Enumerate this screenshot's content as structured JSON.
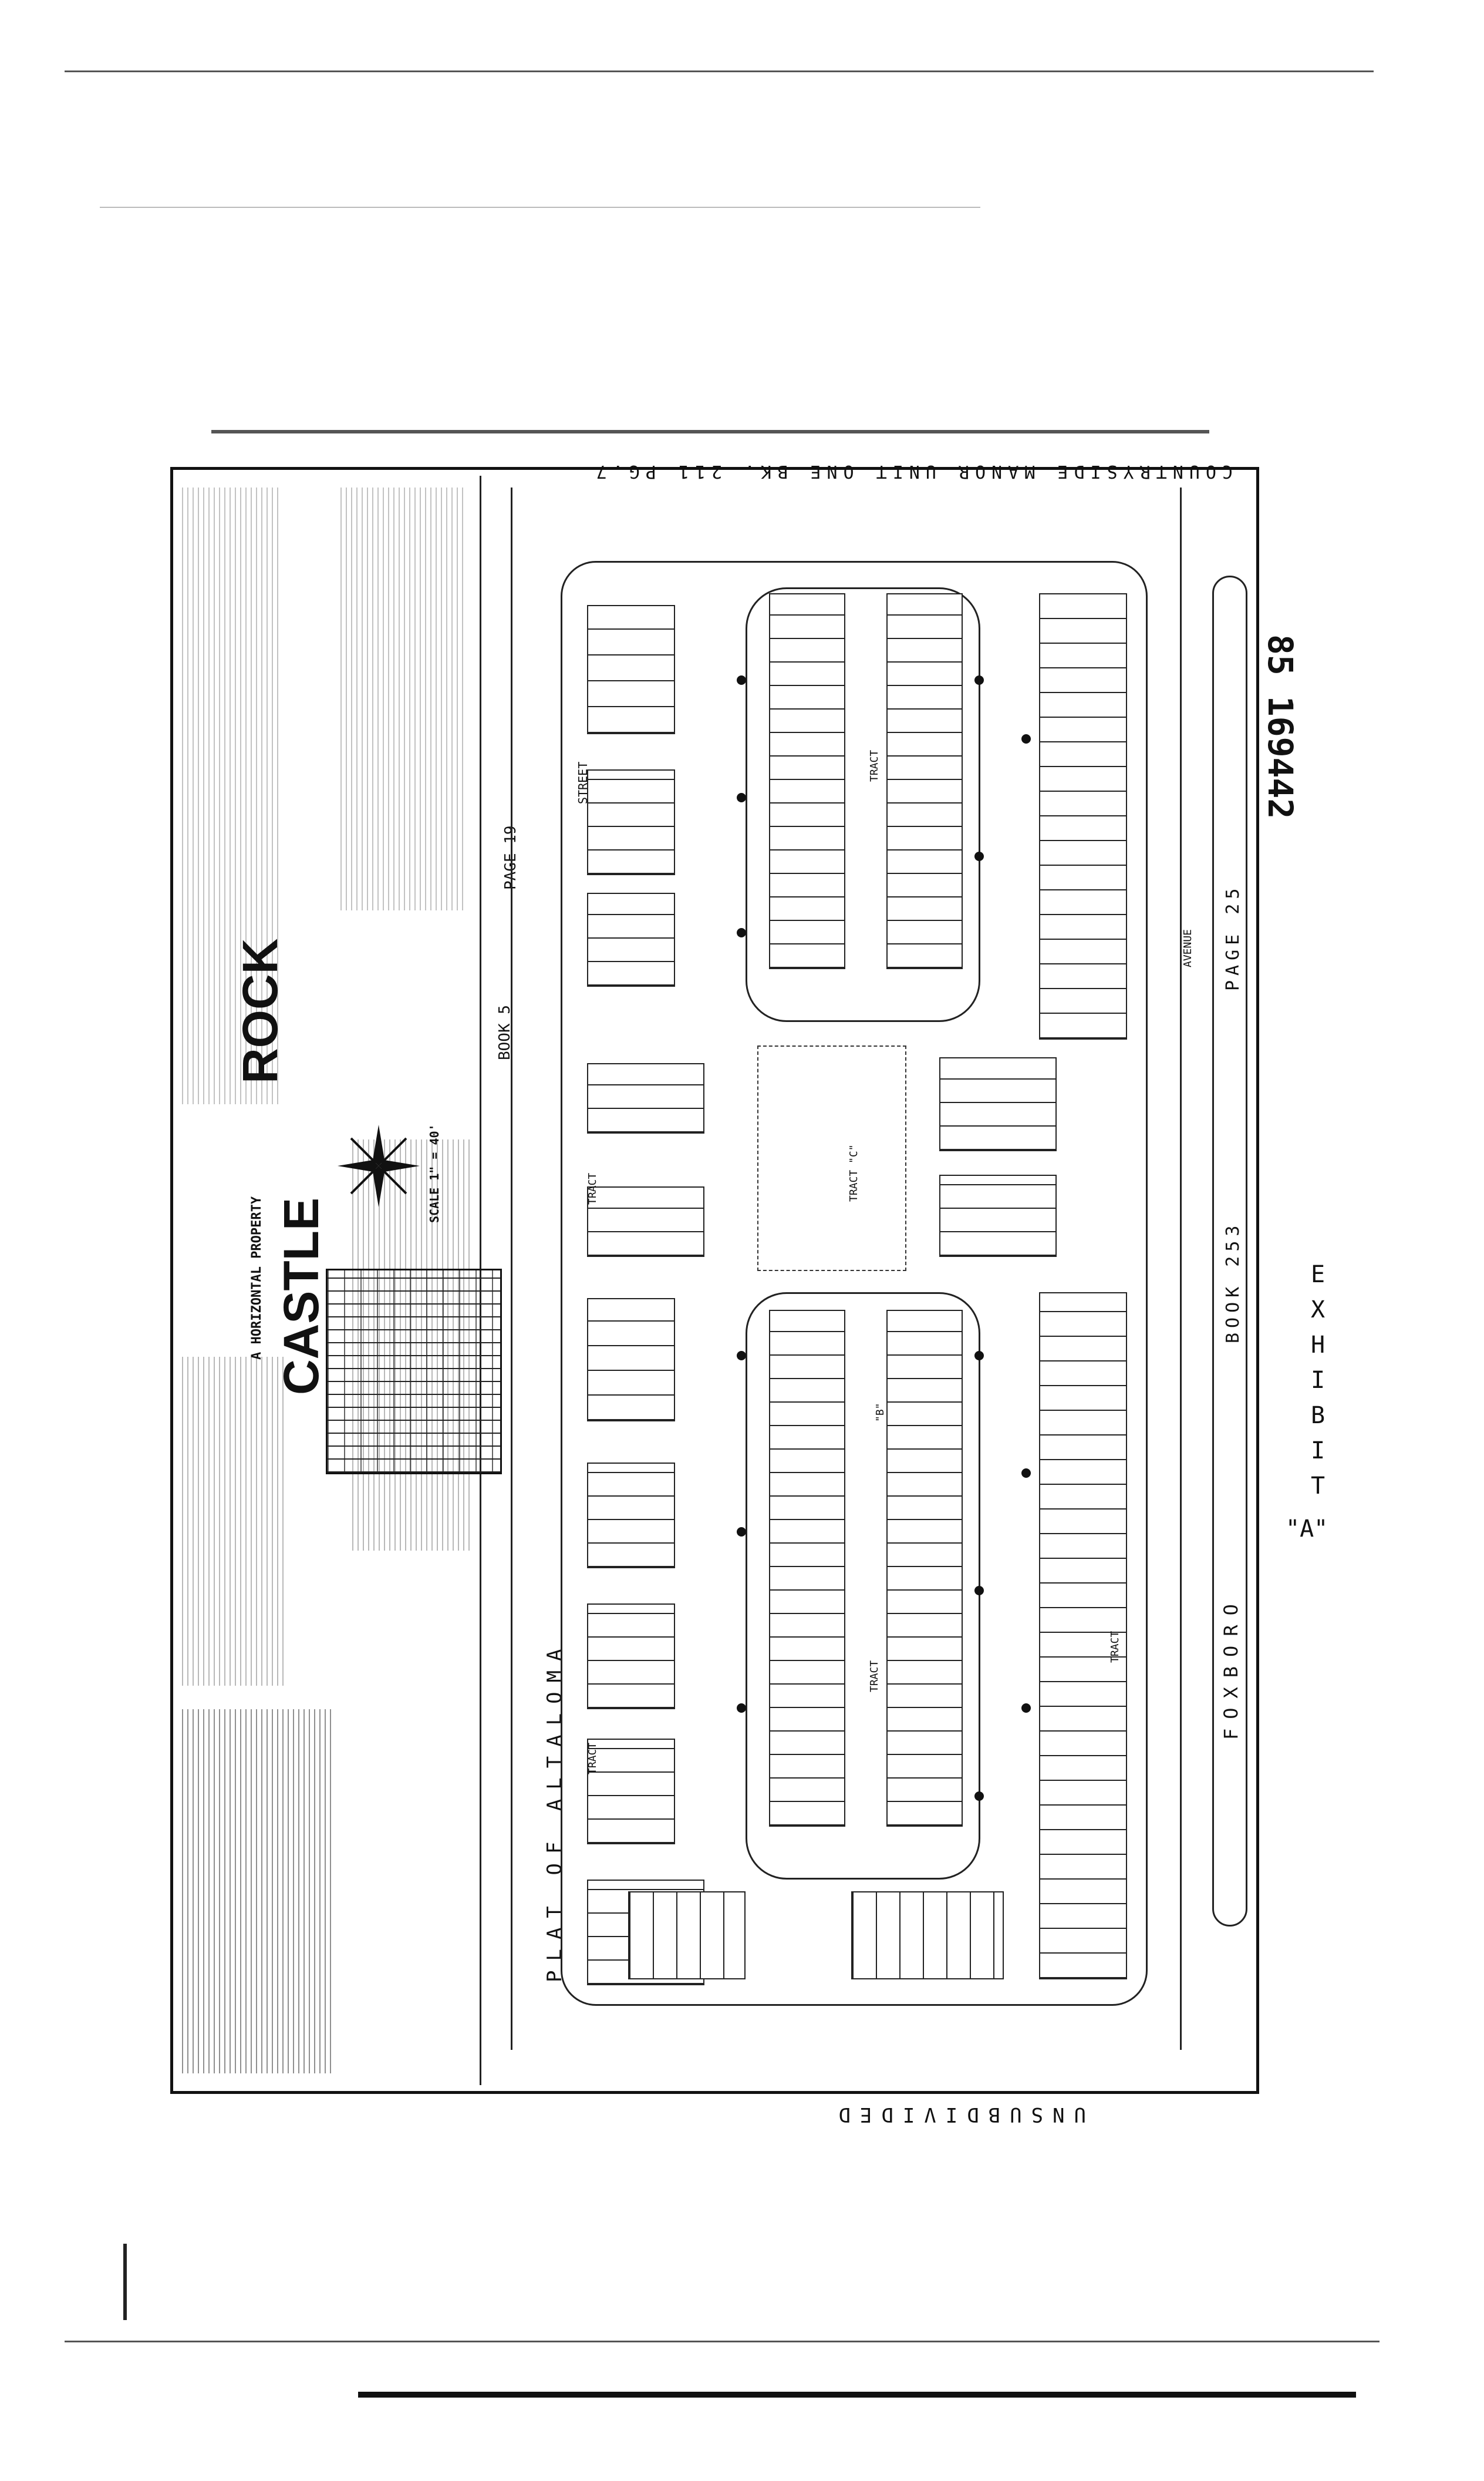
{
  "document": {
    "recording_number": "85 169442",
    "exhibit_letters": [
      "E",
      "X",
      "H",
      "I",
      "B",
      "I",
      "T"
    ],
    "exhibit_mark": "\"A\""
  },
  "plat": {
    "title_main": "CASTLE",
    "title_second": "ROCK",
    "subtitle": "A HORIZONTAL PROPERTY",
    "top_boundary": "COUNTRYSIDE MANOR UNIT ONE BK. 211 PG.7",
    "bottom_boundary": "UNSUBDIVIDED",
    "left_boundary": "PLAT OF ALTALOMA",
    "right_boundary_street": "FOXBORO",
    "right_book": "BOOK 253",
    "right_page": "PAGE 25",
    "left_book": "BOOK 5",
    "left_page": "PAGE 19",
    "street_label": "STREET",
    "avenue_label": "AVENUE",
    "tract_label": "TRACT",
    "tract_c": "TRACT \"C\"",
    "tract_b": "\"B\"",
    "scale": "SCALE 1\" = 40'",
    "north_symbol": "N"
  },
  "colors": {
    "ink": "#111111",
    "paper": "#ffffff"
  }
}
